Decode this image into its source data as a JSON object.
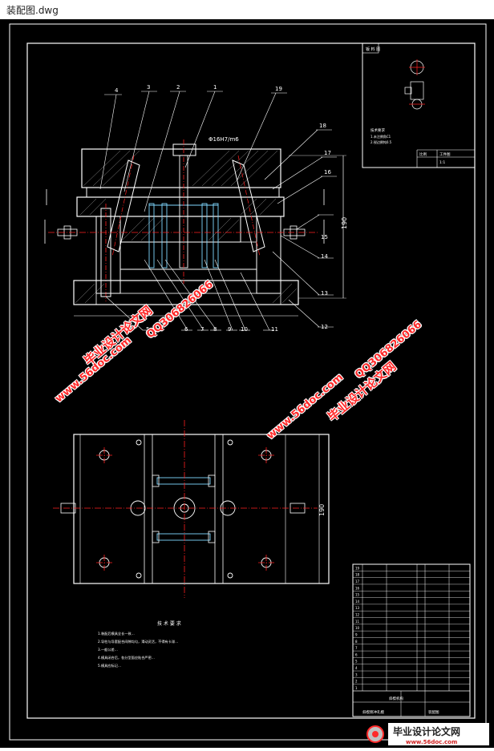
{
  "window": {
    "title": "装配图.dwg"
  },
  "colors": {
    "background": "#000000",
    "line": "#ffffff",
    "center": "#ff2020",
    "cyan": "#7fd8ff",
    "watermark": "#ff2a2a"
  },
  "drawing": {
    "part_labels_top": [
      "4",
      "3",
      "2",
      "1",
      "19"
    ],
    "fit_note": "Φ16H7/m6",
    "part_labels_right": [
      "18",
      "17",
      "16",
      "15",
      "14",
      "13",
      "12"
    ],
    "part_labels_bottom": [
      "5",
      "6",
      "7",
      "8",
      "9",
      "10",
      "11"
    ],
    "height_dim": "190",
    "plan_height_dim": "190",
    "notes_title": "技 术 要 求",
    "notes": [
      "1.装配后模具全长一致…",
      "2.导柱与导套配合间隙均匀，滑动灵活，不得有卡滞…",
      "3.一般公差…",
      "4.模具闭合后，各分型面应贴合严密…",
      "5.模具应标记…"
    ],
    "inset": {
      "label_tl": "钣 料 图",
      "notes_title": "技术要求",
      "notes": [
        "1.未注倒角C1",
        "2.锐边倒钝0.5"
      ],
      "scale": "比例",
      "name": "工件图",
      "code": "1:1"
    },
    "title_block": {
      "item_numbers": [
        "19",
        "18",
        "17",
        "16",
        "15",
        "14",
        "13",
        "12",
        "11",
        "10",
        "9",
        "8",
        "7",
        "6",
        "5",
        "4",
        "3",
        "2",
        "1"
      ],
      "name_label": "斜楔机构",
      "footer_left": "斜楔侧冲孔模",
      "footer_right": "装配图"
    }
  },
  "watermarks": {
    "site_url": "www.56doc.com",
    "brand": "毕业设计论文网",
    "qq": "QQ306826066",
    "logo_text": "毕业设计论文网",
    "logo_url": "www.56doc.com"
  }
}
